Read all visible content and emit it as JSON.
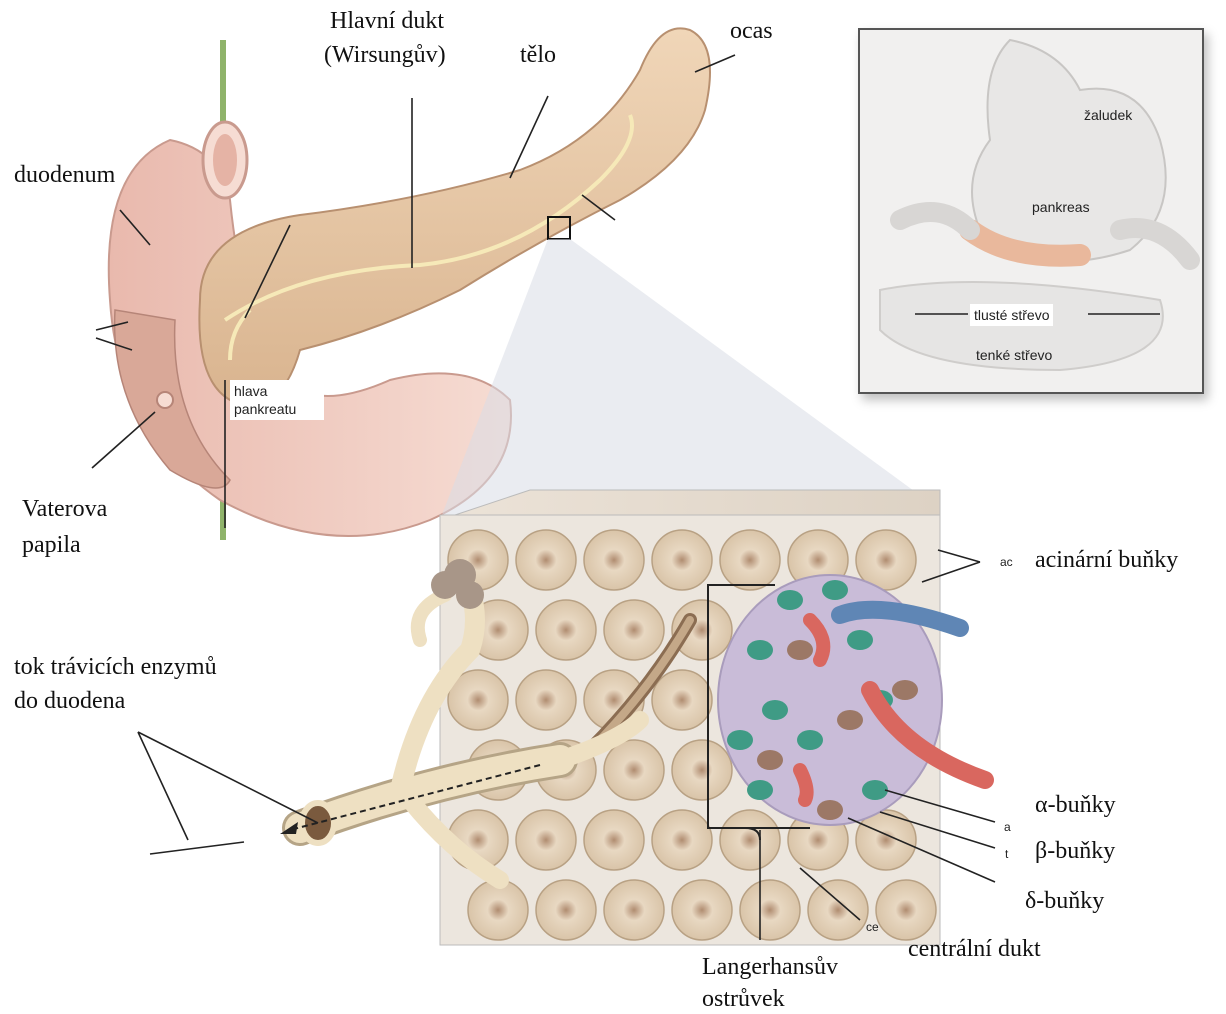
{
  "labels": {
    "duodenum": "duodenum",
    "main_duct_line1": "Hlavní dukt",
    "main_duct_line2": "(Wirsungův)",
    "body": "tělo",
    "tail": "ocas",
    "head_line1": "hlava",
    "head_line2": "pankreatu",
    "vater_line1": "Vaterova",
    "vater_line2": "papila",
    "enzyme_line1": "tok trávicích enzymů",
    "enzyme_line2": "do duodena",
    "acinar": "acinární buňky",
    "alpha": "α-buňky",
    "beta": "β-buňky",
    "delta": "δ-buňky",
    "central_duct": "centrální dukt",
    "islet_line1": "Langerhansův",
    "islet_line2": "ostrůvek",
    "cut_acinar": "ac",
    "cut_alpha": "a",
    "cut_beta": "t",
    "cut_central": "ce"
  },
  "inset": {
    "stomach": "žaludek",
    "pancreas": "pankreas",
    "large_intestine": "tlusté střevo",
    "small_intestine": "tenké střevo"
  },
  "colors": {
    "pancreas": "#e9c9a8",
    "duodenum": "#f2cfc4",
    "acinar_cell": "#e8d8c2",
    "islet": "#c9bcd8",
    "alpha_cell": "#3f9b85",
    "delta_cell": "#9c7866",
    "artery": "#d9675f",
    "vein": "#5f86b5",
    "duct": "#eee0c2"
  }
}
